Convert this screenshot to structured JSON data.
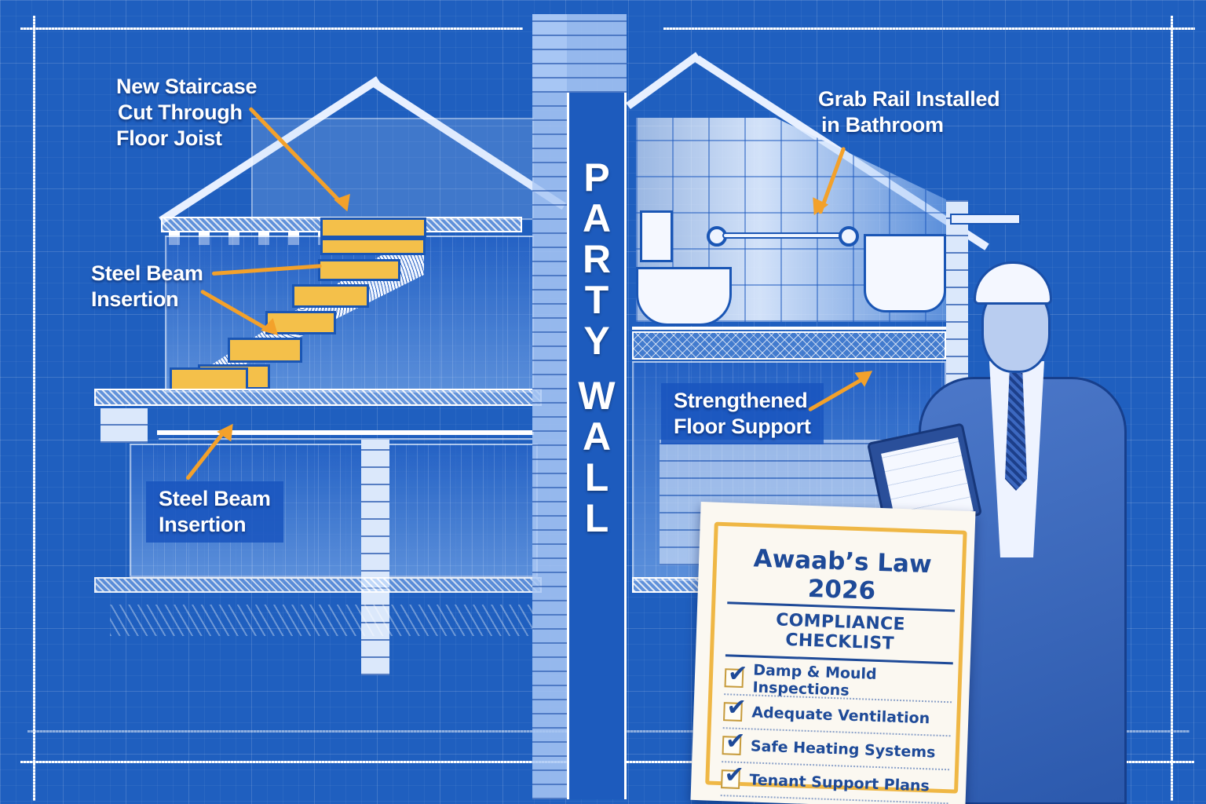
{
  "colors": {
    "background": "#1f5fbf",
    "accent_orange": "#f3a12b",
    "stair_yellow": "#f4c04a",
    "card_border": "#efb745",
    "card_text": "#1e4a98",
    "card_bg": "#fbf8f1"
  },
  "party_wall": {
    "letters": [
      "P",
      "A",
      "R",
      "T",
      "Y",
      "W",
      "A",
      "L",
      "L"
    ],
    "label": "PARTY WALL"
  },
  "callouts": {
    "staircase": {
      "line1": "New Staircase",
      "line2": "Cut Through",
      "line3": "Floor Joist"
    },
    "steel_beam_upper": {
      "line1": "Steel Beam",
      "line2": "Insertion"
    },
    "steel_beam_lower": {
      "line1": "Steel Beam",
      "line2": "Insertion"
    },
    "grab_rail": {
      "line1": "Grab Rail Installed",
      "line2": "in Bathroom"
    },
    "floor_support": {
      "line1": "Strengthened",
      "line2": "Floor Support"
    }
  },
  "checklist": {
    "title": "Awaab’s Law 2026",
    "subtitle": "COMPLIANCE CHECKLIST",
    "items": [
      {
        "label": "Damp & Mould Inspections",
        "checked": true
      },
      {
        "label": "Adequate Ventilation",
        "checked": true
      },
      {
        "label": "Safe Heating Systems",
        "checked": true
      },
      {
        "label": "Tenant Support Plans",
        "checked": true
      }
    ],
    "check_glyph": "✔"
  },
  "icons": {
    "arrow": "orange-arrow",
    "checkbox": "check-box-icon"
  }
}
